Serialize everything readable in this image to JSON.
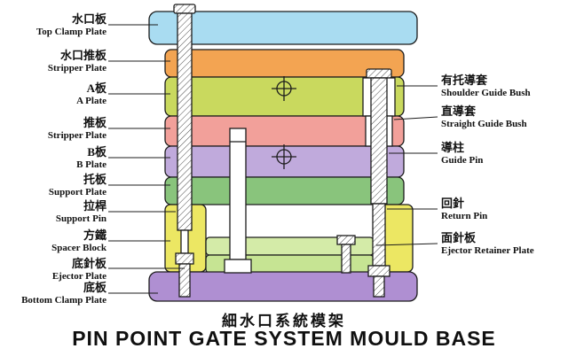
{
  "titles": {
    "zh": "細水口系統模架",
    "en": "PIN POINT GATE SYSTEM MOULD BASE"
  },
  "labels": {
    "left": [
      {
        "zh": "水口板",
        "en": "Top Clamp Plate"
      },
      {
        "zh": "水口推板",
        "en": "Stripper Plate"
      },
      {
        "zh": "A板",
        "en": "A Plate"
      },
      {
        "zh": "推板",
        "en": "Stripper Plate"
      },
      {
        "zh": "B板",
        "en": "B Plate"
      },
      {
        "zh": "托板",
        "en": "Support Plate"
      },
      {
        "zh": "拉桿",
        "en": "Support Pin"
      },
      {
        "zh": "方鐵",
        "en": "Spacer Block"
      },
      {
        "zh": "底針板",
        "en": "Ejector Plate"
      },
      {
        "zh": "底板",
        "en": "Bottom Clamp Plate"
      }
    ],
    "right": [
      {
        "zh": "有托導套",
        "en": "Shoulder Guide Bush"
      },
      {
        "zh": "直導套",
        "en": "Straight Guide Bush"
      },
      {
        "zh": "導柱",
        "en": "Guide Pin"
      },
      {
        "zh": "回針",
        "en": "Return Pin"
      },
      {
        "zh": "面針板",
        "en": "Ejector Retainer Plate"
      }
    ]
  },
  "colors": {
    "top_clamp_plate": "#a9dcf1",
    "stripper_plate_top": "#f3a452",
    "a_plate": "#c9d95e",
    "stripper_plate_mid": "#f2a09a",
    "b_plate": "#c0aadc",
    "support_plate": "#89c47c",
    "spacer_block": "#ece763",
    "ejector_retainer_plate": "#d4eba8",
    "ejector_plate": "#c6e493",
    "bottom_clamp_plate": "#af8fd2",
    "outline": "#1c1c1c",
    "background": "#ffffff"
  }
}
